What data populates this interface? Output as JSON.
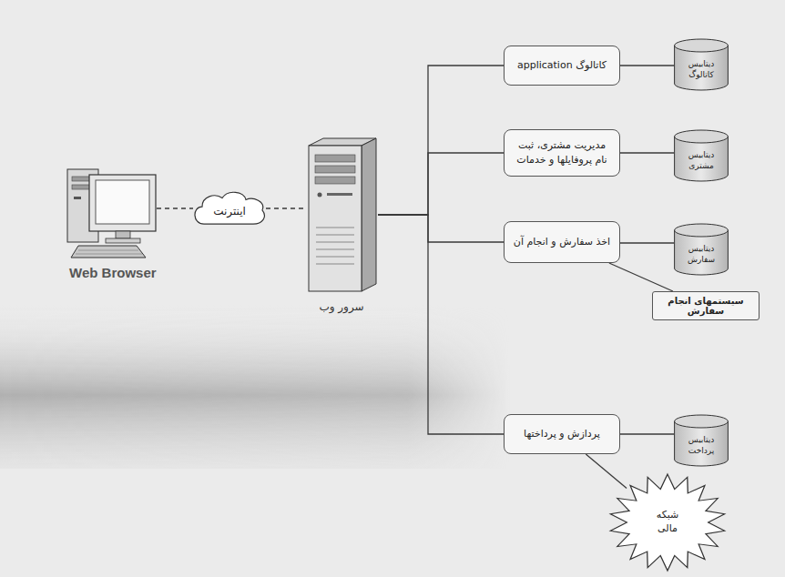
{
  "diagram": {
    "nodes": [
      {
        "text": [
          "Web Browser"
        ]
      },
      {
        "text": [
          "اینترنت"
        ]
      },
      {
        "text": [
          "سرور وب"
        ]
      },
      {
        "text": [
          "کاتالوگ application"
        ]
      },
      {
        "text": [
          "دیتابیس کاتالوگ"
        ]
      },
      {
        "text": [
          "مدیریت مشتری، ثبت نام پروفایلها و خدمات"
        ]
      },
      {
        "text": [
          "دیتابیس مشتری"
        ]
      },
      {
        "text": [
          "اخذ سفارش و انجام آن"
        ]
      },
      {
        "text": [
          "دیتابیس سفارش"
        ]
      },
      {
        "text": [
          "سیستمهای انجام سفارش"
        ]
      },
      {
        "text": [
          "پردازش و پرداختها"
        ]
      },
      {
        "text": [
          "دیتابیس پرداخت"
        ]
      },
      {
        "text": [
          "شبکه مالی"
        ]
      }
    ],
    "edges": [
      {
        "from": 0,
        "to": 1,
        "arrow": "none"
      },
      {
        "from": 1,
        "to": 2,
        "arrow": "none"
      },
      {
        "from": 2,
        "to": 3,
        "arrow": "none"
      },
      {
        "from": 2,
        "to": 5,
        "arrow": "none"
      },
      {
        "from": 2,
        "to": 7,
        "arrow": "none"
      },
      {
        "from": 2,
        "to": 10,
        "arrow": "none"
      },
      {
        "from": 3,
        "to": 4,
        "arrow": "none"
      },
      {
        "from": 5,
        "to": 6,
        "arrow": "none"
      },
      {
        "from": 7,
        "to": 8,
        "arrow": "none"
      },
      {
        "from": 7,
        "to": 9,
        "arrow": "none"
      },
      {
        "from": 10,
        "to": 11,
        "arrow": "none"
      },
      {
        "from": 10,
        "to": 12,
        "arrow": "none"
      }
    ]
  }
}
